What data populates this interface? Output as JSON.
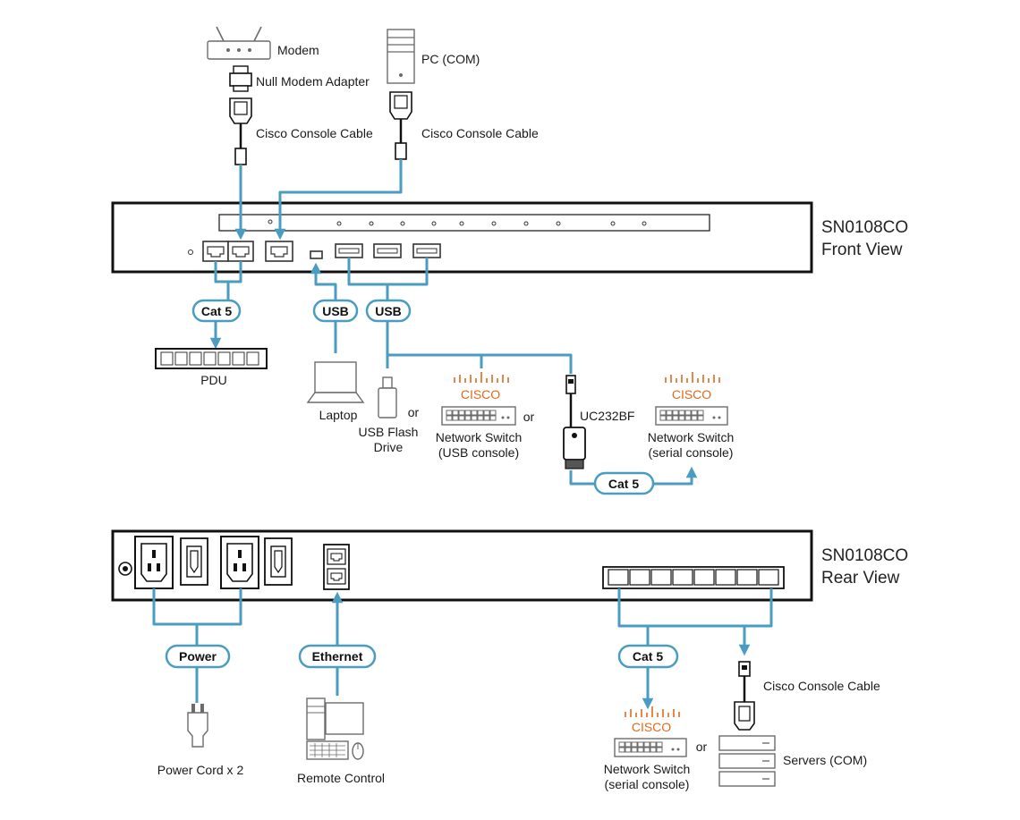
{
  "colors": {
    "cable": "#4a9cc1",
    "cisco": "#e06a1b",
    "outline": "#222222"
  },
  "front": {
    "title": "SN0108CO",
    "subtitle": "Front View",
    "modem": "Modem",
    "null_modem": "Null Modem Adapter",
    "cisco_cable_left": "Cisco Console Cable",
    "pc": "PC (COM)",
    "cisco_cable_right": "Cisco Console Cable",
    "pill_cat5": "Cat 5",
    "pill_usb_1": "USB",
    "pill_usb_2": "USB",
    "pdu": "PDU",
    "laptop": "Laptop",
    "usb_flash_1": "USB Flash",
    "usb_flash_2": "Drive",
    "or_1": "or",
    "cisco_logo_1": "CISCO",
    "switch_usb_1": "Network Switch",
    "switch_usb_2": "(USB console)",
    "or_2": "or",
    "uc232": "UC232BF",
    "cisco_logo_2": "CISCO",
    "switch_serial_1": "Network Switch",
    "switch_serial_2": "(serial console)",
    "pill_cat5_uc": "Cat 5"
  },
  "rear": {
    "title": "SN0108CO",
    "subtitle": "Rear View",
    "pill_power": "Power",
    "pill_ethernet": "Ethernet",
    "pill_cat5": "Cat 5",
    "power_cord": "Power Cord x 2",
    "remote": "Remote Control",
    "cisco_logo": "CISCO",
    "switch_1": "Network Switch",
    "switch_2": "(serial console)",
    "or": "or",
    "cisco_cable": "Cisco Console Cable",
    "servers": "Servers (COM)"
  }
}
